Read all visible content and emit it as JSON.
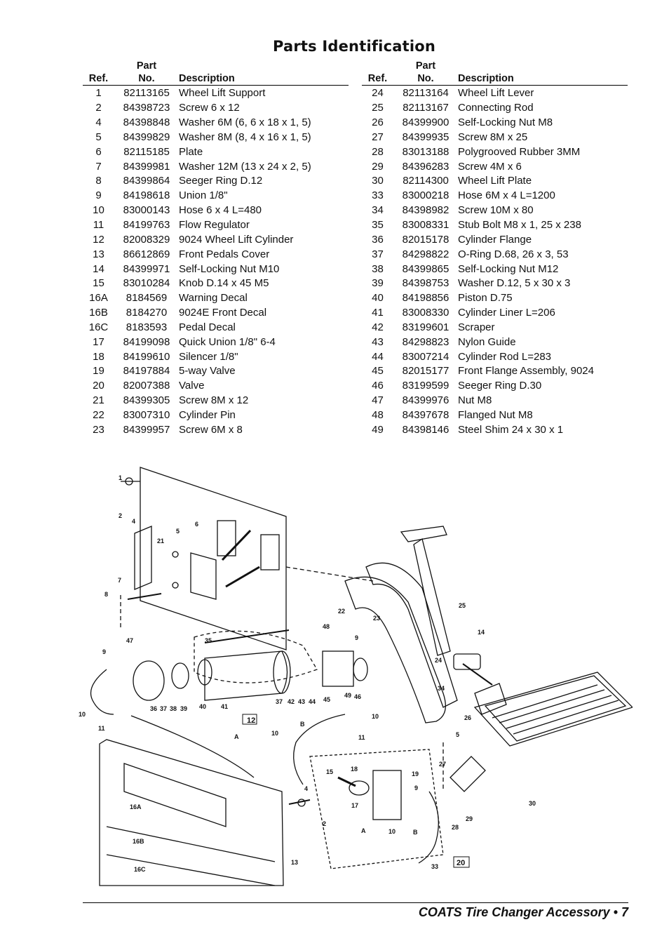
{
  "title": "Parts Identification",
  "headers": {
    "ref": "Ref.",
    "part_no_line1": "Part",
    "part_no_line2": "No.",
    "description": "Description"
  },
  "parts_left": [
    {
      "ref": "1",
      "part_no": "82113165",
      "description": "Wheel Lift Support"
    },
    {
      "ref": "2",
      "part_no": "84398723",
      "description": "Screw 6 x 12"
    },
    {
      "ref": "4",
      "part_no": "84398848",
      "description": "Washer 6M (6, 6 x 18 x 1, 5)"
    },
    {
      "ref": "5",
      "part_no": "84399829",
      "description": "Washer 8M (8, 4 x 16 x 1, 5)"
    },
    {
      "ref": "6",
      "part_no": "82115185",
      "description": "Plate"
    },
    {
      "ref": "7",
      "part_no": "84399981",
      "description": "Washer 12M (13 x 24 x 2, 5)"
    },
    {
      "ref": "8",
      "part_no": "84399864",
      "description": "Seeger Ring D.12"
    },
    {
      "ref": "9",
      "part_no": "84198618",
      "description": "Union 1/8\""
    },
    {
      "ref": "10",
      "part_no": "83000143",
      "description": "Hose 6 x 4 L=480"
    },
    {
      "ref": "11",
      "part_no": "84199763",
      "description": "Flow Regulator"
    },
    {
      "ref": "12",
      "part_no": "82008329",
      "description": "9024 Wheel Lift Cylinder"
    },
    {
      "ref": "13",
      "part_no": "86612869",
      "description": "Front Pedals Cover"
    },
    {
      "ref": "14",
      "part_no": "84399971",
      "description": "Self-Locking Nut M10"
    },
    {
      "ref": "15",
      "part_no": "83010284",
      "description": "Knob D.14 x 45 M5"
    },
    {
      "ref": "16A",
      "part_no": "8184569",
      "description": "Warning Decal"
    },
    {
      "ref": "16B",
      "part_no": "8184270",
      "description": "9024E Front Decal"
    },
    {
      "ref": "16C",
      "part_no": "8183593",
      "description": "Pedal Decal"
    },
    {
      "ref": "17",
      "part_no": "84199098",
      "description": "Quick Union 1/8\" 6-4"
    },
    {
      "ref": "18",
      "part_no": "84199610",
      "description": "Silencer 1/8\""
    },
    {
      "ref": "19",
      "part_no": "84197884",
      "description": "5-way Valve"
    },
    {
      "ref": "20",
      "part_no": "82007388",
      "description": "Valve"
    },
    {
      "ref": "21",
      "part_no": "84399305",
      "description": "Screw 8M x 12"
    },
    {
      "ref": "22",
      "part_no": "83007310",
      "description": "Cylinder Pin"
    },
    {
      "ref": "23",
      "part_no": "84399957",
      "description": "Screw 6M x 8"
    }
  ],
  "parts_right": [
    {
      "ref": "24",
      "part_no": "82113164",
      "description": "Wheel Lift Lever"
    },
    {
      "ref": "25",
      "part_no": "82113167",
      "description": "Connecting Rod"
    },
    {
      "ref": "26",
      "part_no": "84399900",
      "description": "Self-Locking Nut M8"
    },
    {
      "ref": "27",
      "part_no": "84399935",
      "description": "Screw 8M x 25"
    },
    {
      "ref": "28",
      "part_no": "83013188",
      "description": "Polygrooved Rubber 3MM"
    },
    {
      "ref": "29",
      "part_no": "84396283",
      "description": "Screw 4M x 6"
    },
    {
      "ref": "30",
      "part_no": "82114300",
      "description": "Wheel Lift Plate"
    },
    {
      "ref": "33",
      "part_no": "83000218",
      "description": "Hose 6M x 4 L=1200"
    },
    {
      "ref": "34",
      "part_no": "84398982",
      "description": "Screw 10M x 80"
    },
    {
      "ref": "35",
      "part_no": "83008331",
      "description": "Stub Bolt M8 x 1, 25 x 238"
    },
    {
      "ref": "36",
      "part_no": "82015178",
      "description": "Cylinder Flange"
    },
    {
      "ref": "37",
      "part_no": "84298822",
      "description": "O-Ring D.68, 26 x 3, 53"
    },
    {
      "ref": "38",
      "part_no": "84399865",
      "description": "Self-Locking Nut M12"
    },
    {
      "ref": "39",
      "part_no": "84398753",
      "description": "Washer D.12, 5 x 30 x 3"
    },
    {
      "ref": "40",
      "part_no": "84198856",
      "description": "Piston D.75"
    },
    {
      "ref": "41",
      "part_no": "83008330",
      "description": "Cylinder Liner L=206"
    },
    {
      "ref": "42",
      "part_no": "83199601",
      "description": "Scraper"
    },
    {
      "ref": "43",
      "part_no": "84298823",
      "description": "Nylon Guide"
    },
    {
      "ref": "44",
      "part_no": "83007214",
      "description": "Cylinder Rod L=283"
    },
    {
      "ref": "45",
      "part_no": "82015177",
      "description": "Front Flange Assembly, 9024"
    },
    {
      "ref": "46",
      "part_no": "83199599",
      "description": "Seeger Ring D.30"
    },
    {
      "ref": "47",
      "part_no": "84399976",
      "description": "Nut M8"
    },
    {
      "ref": "48",
      "part_no": "84397678",
      "description": "Flanged Nut M8"
    },
    {
      "ref": "49",
      "part_no": "84398146",
      "description": "Steel Shim 24 x 30 x 1"
    }
  ],
  "diagram_labels": [
    "1",
    "2",
    "4",
    "21",
    "5",
    "6",
    "7",
    "8",
    "22",
    "23",
    "25",
    "48",
    "9",
    "14",
    "47",
    "35",
    "24",
    "9",
    "34",
    "36",
    "37",
    "38",
    "39",
    "40",
    "41",
    "37",
    "42",
    "43",
    "44",
    "45",
    "49",
    "46",
    "10",
    "12",
    "10",
    "26",
    "11",
    "A",
    "10",
    "B",
    "11",
    "5",
    "27",
    "18",
    "15",
    "19",
    "9",
    "4",
    "16A",
    "17",
    "2",
    "A",
    "10",
    "B",
    "28",
    "29",
    "30",
    "16B",
    "13",
    "16C",
    "33",
    "20"
  ],
  "footer": "COATS Tire Changer Accessory • 7"
}
